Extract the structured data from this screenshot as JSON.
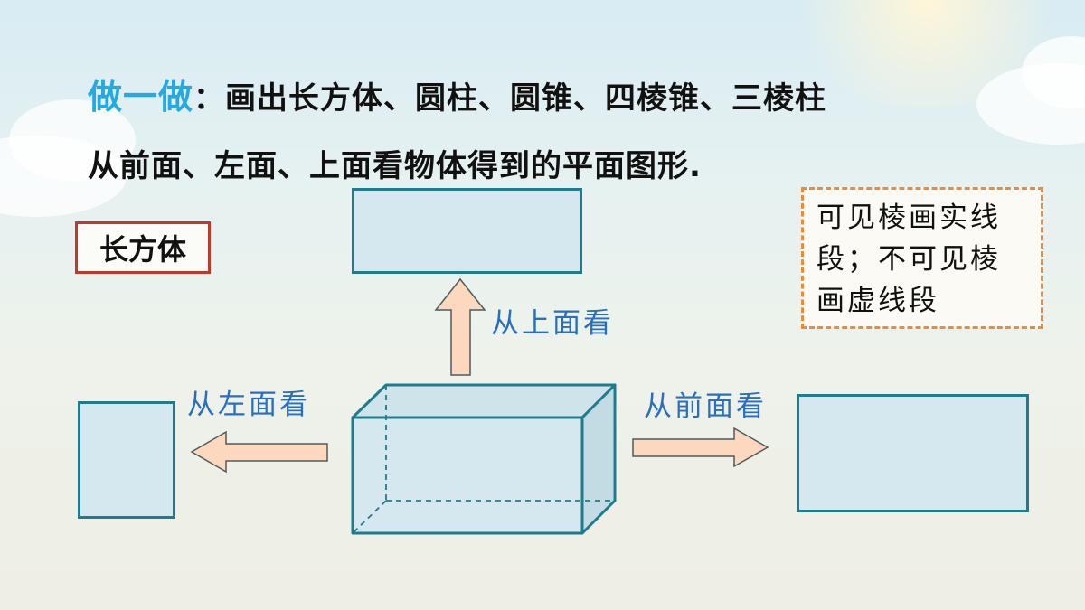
{
  "heading": {
    "highlight": "做一做",
    "colon": "：",
    "line1": "画出长方体、圆柱、圆锥、四棱锥、三棱柱",
    "line2": "从前面、左面、上面看物体得到的平面图形."
  },
  "shape_label": "长方体",
  "note": {
    "line1": "可见棱画实线",
    "line2": "段；不可见棱",
    "line3": "画虚线段"
  },
  "views": {
    "top_label": "从上面看",
    "left_label": "从左面看",
    "front_label": "从前面看"
  },
  "colors": {
    "highlight": "#25a9df",
    "view_label": "#2a6fbd",
    "view_outline": "#1f7c8c",
    "view_fill": "#d5e8ef",
    "arrow_fill": "#fbd8be",
    "tag_border": "#c0392b",
    "note_border": "#ec8b3c"
  }
}
